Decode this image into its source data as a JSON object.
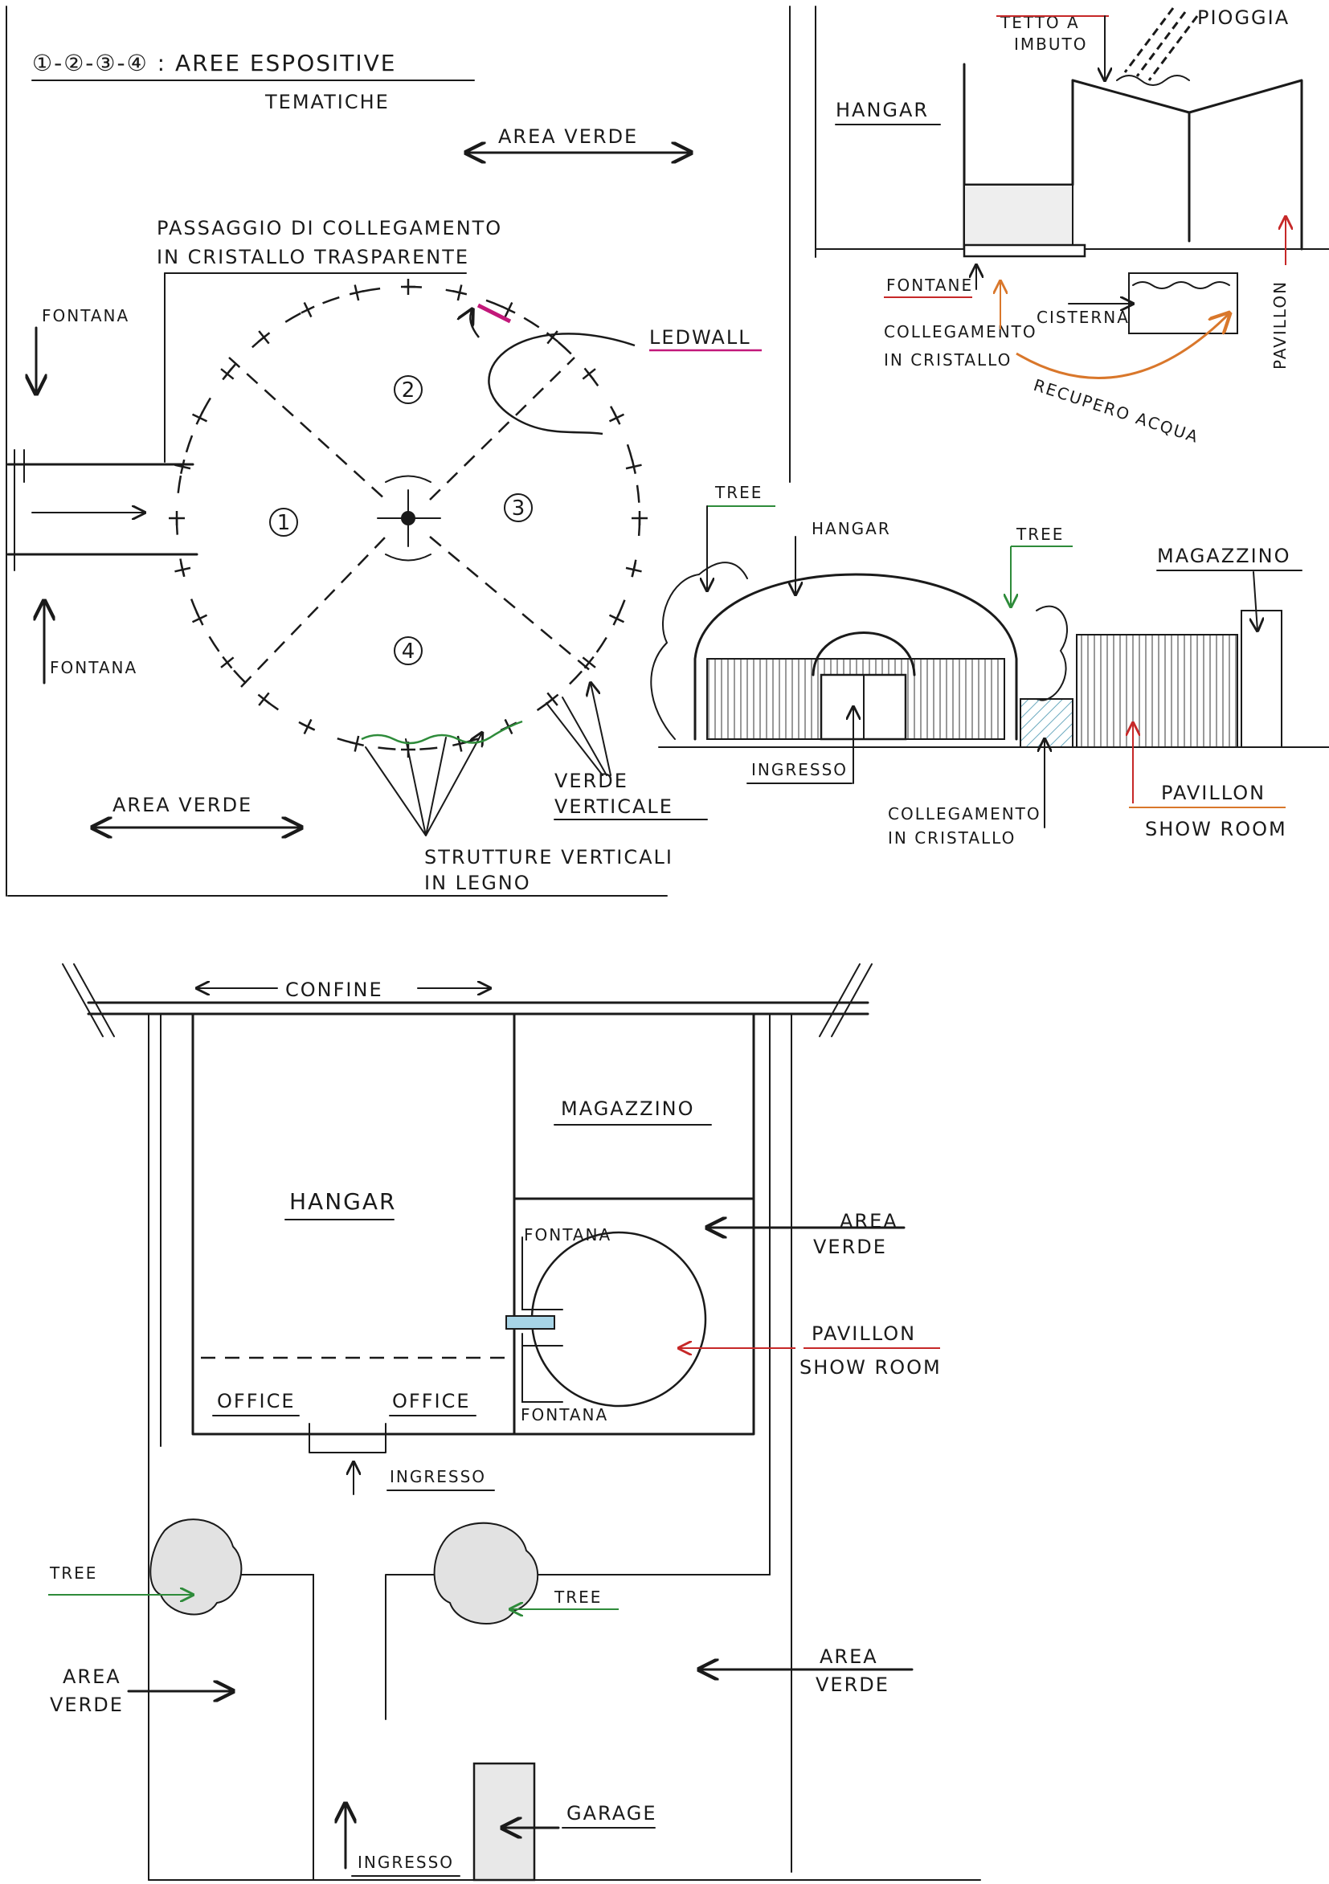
{
  "colors": {
    "ink": "#1a1a1a",
    "green": "#2e8b3a",
    "red": "#c62828",
    "orange": "#d9772b",
    "magenta": "#c2187a",
    "hatch": "#a7d4e6"
  },
  "plan_expo": {
    "legend_title": "①-②-③-④ : AREE ESPOSITIVE",
    "legend_sub": "TEMATICHE",
    "area_verde_top": "AREA VERDE",
    "passaggio_line1": "PASSAGGIO DI COLLEGAMENTO",
    "passaggio_line2": "IN CRISTALLO TRASPARENTE",
    "fontana_top": "FONTANA",
    "fontana_bottom": "FONTANA",
    "ledwall": "LEDWALL",
    "area_verde_bottom": "AREA VERDE",
    "verde_verticale_line1": "VERDE",
    "verde_verticale_line2": "VERTICALE",
    "strutture_line1": "STRUTTURE VERTICALI",
    "strutture_line2": "IN LEGNO",
    "zones": [
      "1",
      "2",
      "3",
      "4"
    ]
  },
  "section_water": {
    "tetto_line1": "TETTO A",
    "tetto_line2": "IMBUTO",
    "pioggia": "PIOGGIA",
    "hangar": "HANGAR",
    "fontane": "FONTANE",
    "collegamento_line1": "COLLEGAMENTO",
    "collegamento_line2": "IN CRISTALLO",
    "cisterna": "CISTERNA",
    "recupero": "RECUPERO ACQUA",
    "pavillon": "PAVILLON"
  },
  "elevation": {
    "tree_left": "TREE",
    "hangar": "HANGAR",
    "tree_right": "TREE",
    "magazzino": "MAGAZZINO",
    "ingresso": "INGRESSO",
    "collegamento_line1": "COLLEGAMENTO",
    "collegamento_line2": "IN CRISTALLO",
    "pavillon": "PAVILLON",
    "showroom": "SHOW ROOM"
  },
  "site_plan": {
    "confine": "CONFINE",
    "magazzino": "MAGAZZINO",
    "hangar": "HANGAR",
    "area_verde_right_top_1": "AREA",
    "area_verde_right_top_2": "VERDE",
    "fontana_top": "FONTANA",
    "fontana_bottom": "FONTANA",
    "pavillon": "PAVILLON",
    "showroom": "SHOW ROOM",
    "office_left": "OFFICE",
    "office_right": "OFFICE",
    "ingresso_building": "INGRESSO",
    "tree_left": "TREE",
    "tree_right": "TREE",
    "area_verde_left_1": "AREA",
    "area_verde_left_2": "VERDE",
    "area_verde_right_bottom_1": "AREA",
    "area_verde_right_bottom_2": "VERDE",
    "garage": "GARAGE",
    "ingresso_site": "INGRESSO"
  }
}
